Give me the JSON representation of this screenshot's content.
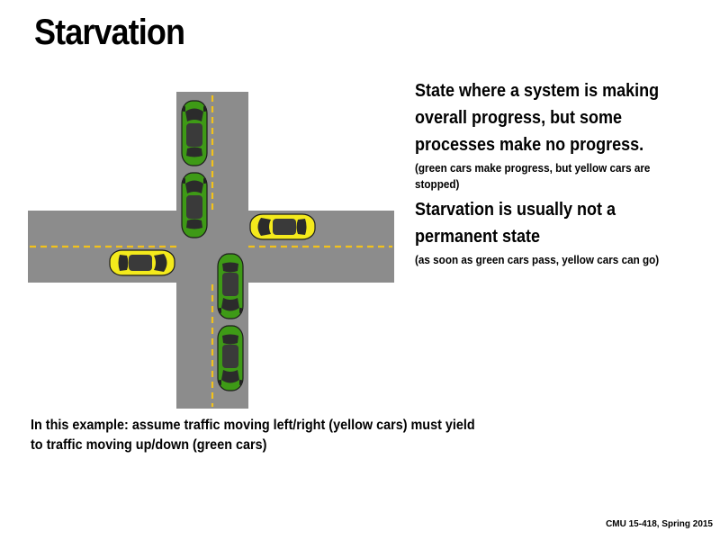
{
  "slide": {
    "title": "Starvation",
    "bullets": [
      {
        "main": "State where a system is making overall progress, but some processes make no progress.",
        "sub": "(green cars make progress, but yellow cars are stopped)"
      },
      {
        "main": "Starvation is usually not a permanent state",
        "sub": "(as soon as green cars pass, yellow cars can go)"
      }
    ],
    "example": "In this example: assume traffic moving left/right (yellow cars) must yield to traffic moving up/down (green cars)",
    "footer": "CMU 15-418, Spring 2015"
  },
  "colors": {
    "road": "#8c8c8c",
    "lane_marking": "#f2c21b",
    "green_car": "#3e9a16",
    "yellow_car": "#f4ea1c"
  }
}
